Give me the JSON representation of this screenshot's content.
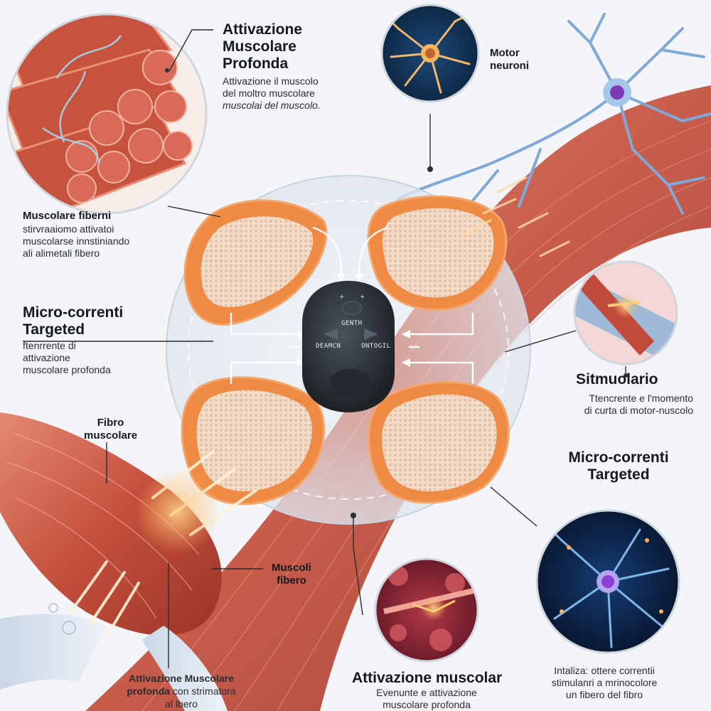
{
  "labels": {
    "top": {
      "title": "Attivazione\nMuscolare\nProfonda",
      "body_1": "Attivazione il muscolo\ndel moltro muscolare",
      "body_2": "muscolai del muscolo."
    },
    "motor": {
      "title": "Motor\nneuroni"
    },
    "left_upper": {
      "title": "Muscolare fiberni",
      "body": "stirvraaiomo attivatoi\nmuscolarse innstiniando\nali alimetali fibero"
    },
    "left_mid": {
      "title": "Micro-correnti\nTargeted",
      "body": "ftenrrente di\nattivazione\nmuscolare profonda"
    },
    "fibro": {
      "title": "Fibro\nmuscolare"
    },
    "muscoli": {
      "title": "Muscoli\nfibero"
    },
    "right_mid": {
      "title": "Sitmuolario",
      "body": "Ttencrente e l'momento\ndi curta di motor-nuscolo"
    },
    "right_lower": {
      "title": "Micro-correnti\nTargeted"
    },
    "bottom_left": {
      "title": "Attivazione Muscolare",
      "title_2": "profonda",
      "body_inline": " con strimatora",
      "body_2": "al lbero"
    },
    "bottom_mid": {
      "title": "Attivazione muscolar",
      "body": "Evenunte e attivazione\nmuscolare profonda"
    },
    "bottom_right": {
      "body": "Intaliza: ottere correntii\nstimulanri a mrinocolore\nun fibero del fibro"
    }
  },
  "device": {
    "top_left_symbol": "+",
    "top_right_symbol": "+",
    "center_label": "GENTH",
    "left_label": "DEAMCN",
    "right_label": "ONTOGIL"
  },
  "colors": {
    "muscle": "#c85a45",
    "pad": "#ef8a45",
    "device": "#2c3138",
    "neuron": "#6e9fd4",
    "arrow": "#fff2d6"
  }
}
